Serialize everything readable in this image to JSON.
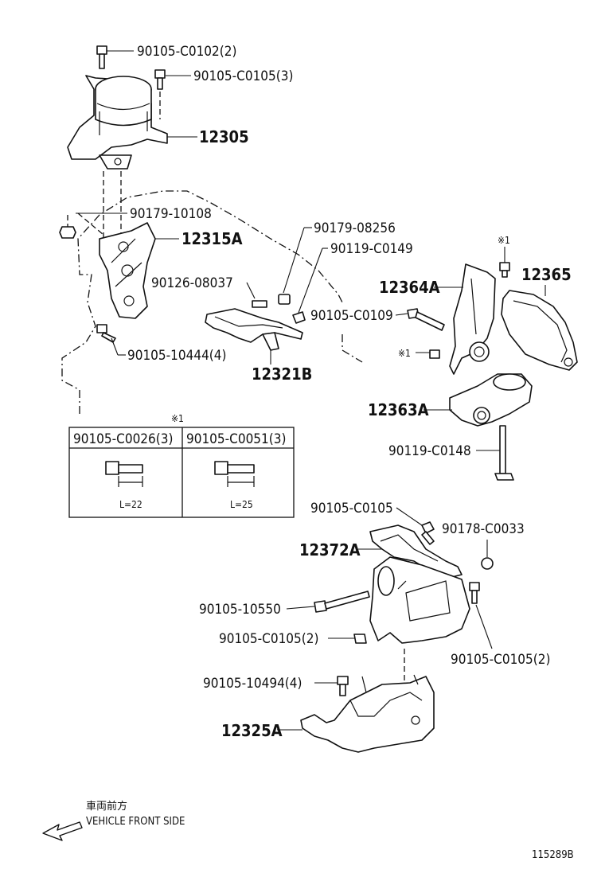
{
  "parts": {
    "p_90105_C0102": "90105-C0102(2)",
    "p_90105_C0105_3": "90105-C0105(3)",
    "p_12305": "12305",
    "p_90179_10108": "90179-10108",
    "p_12315A": "12315A",
    "p_90126_08037": "90126-08037",
    "p_90105_10444": "90105-10444(4)",
    "p_90179_08256": "90179-08256",
    "p_90119_C0149": "90119-C0149",
    "p_90105_C0109": "90105-C0109",
    "p_12321B": "12321B",
    "p_12364A": "12364A",
    "p_12365": "12365",
    "p_12363A": "12363A",
    "p_90119_C0148": "90119-C0148",
    "p_90105_C0105_top": "90105-C0105",
    "p_90178_C0033": "90178-C0033",
    "p_12372A": "12372A",
    "p_90105_10550": "90105-10550",
    "p_90105_C0105_2a": "90105-C0105(2)",
    "p_90105_C0105_2b": "90105-C0105(2)",
    "p_90105_10494": "90105-10494(4)",
    "p_12325A": "12325A"
  },
  "notes": {
    "ref_mark_top": "※1",
    "ref_mark_bolt_upper": "※1",
    "ref_mark_bolt_lower": "※1",
    "ref_mark_table": "※1"
  },
  "bolt_table": {
    "columns": [
      {
        "part": "90105-C0026(3)",
        "length": "L=22"
      },
      {
        "part": "90105-C0051(3)",
        "length": "L=25"
      }
    ]
  },
  "direction": {
    "jp": "車両前方",
    "en": "VEHICLE FRONT SIDE"
  },
  "figure_id": "115289B"
}
